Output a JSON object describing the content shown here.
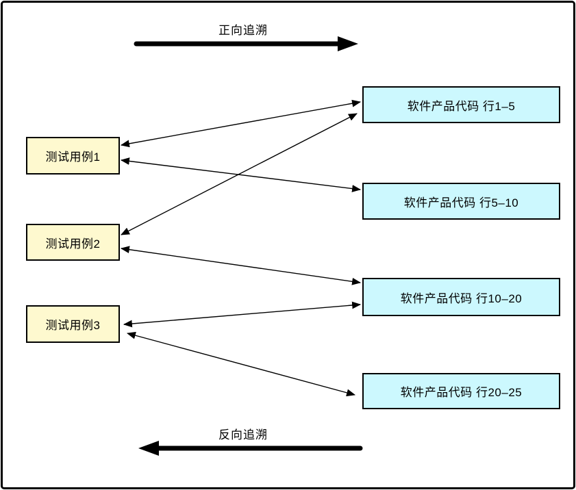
{
  "diagram": {
    "forward_label": "正向追溯",
    "backward_label": "反向追溯",
    "colors": {
      "test_case_fill": "#FEF9CF",
      "code_block_fill": "#CCF8FE",
      "line": "#000000",
      "border": "#000000"
    },
    "test_cases": [
      {
        "id": "tc1",
        "label": "测试用例1"
      },
      {
        "id": "tc2",
        "label": "测试用例2"
      },
      {
        "id": "tc3",
        "label": "测试用例3"
      }
    ],
    "code_blocks": [
      {
        "id": "c1",
        "label": "软件产品代码 行1–5"
      },
      {
        "id": "c2",
        "label": "软件产品代码 行5–10"
      },
      {
        "id": "c3",
        "label": "软件产品代码 行10–20"
      },
      {
        "id": "c4",
        "label": "软件产品代码 行20–25"
      }
    ],
    "links": [
      {
        "from": "tc1",
        "to": "c1",
        "bidirectional": true
      },
      {
        "from": "tc1",
        "to": "c2",
        "bidirectional": true
      },
      {
        "from": "tc2",
        "to": "c1",
        "bidirectional": true
      },
      {
        "from": "tc2",
        "to": "c3",
        "bidirectional": true
      },
      {
        "from": "tc3",
        "to": "c3",
        "bidirectional": true
      },
      {
        "from": "tc3",
        "to": "c4",
        "bidirectional": true
      }
    ]
  }
}
